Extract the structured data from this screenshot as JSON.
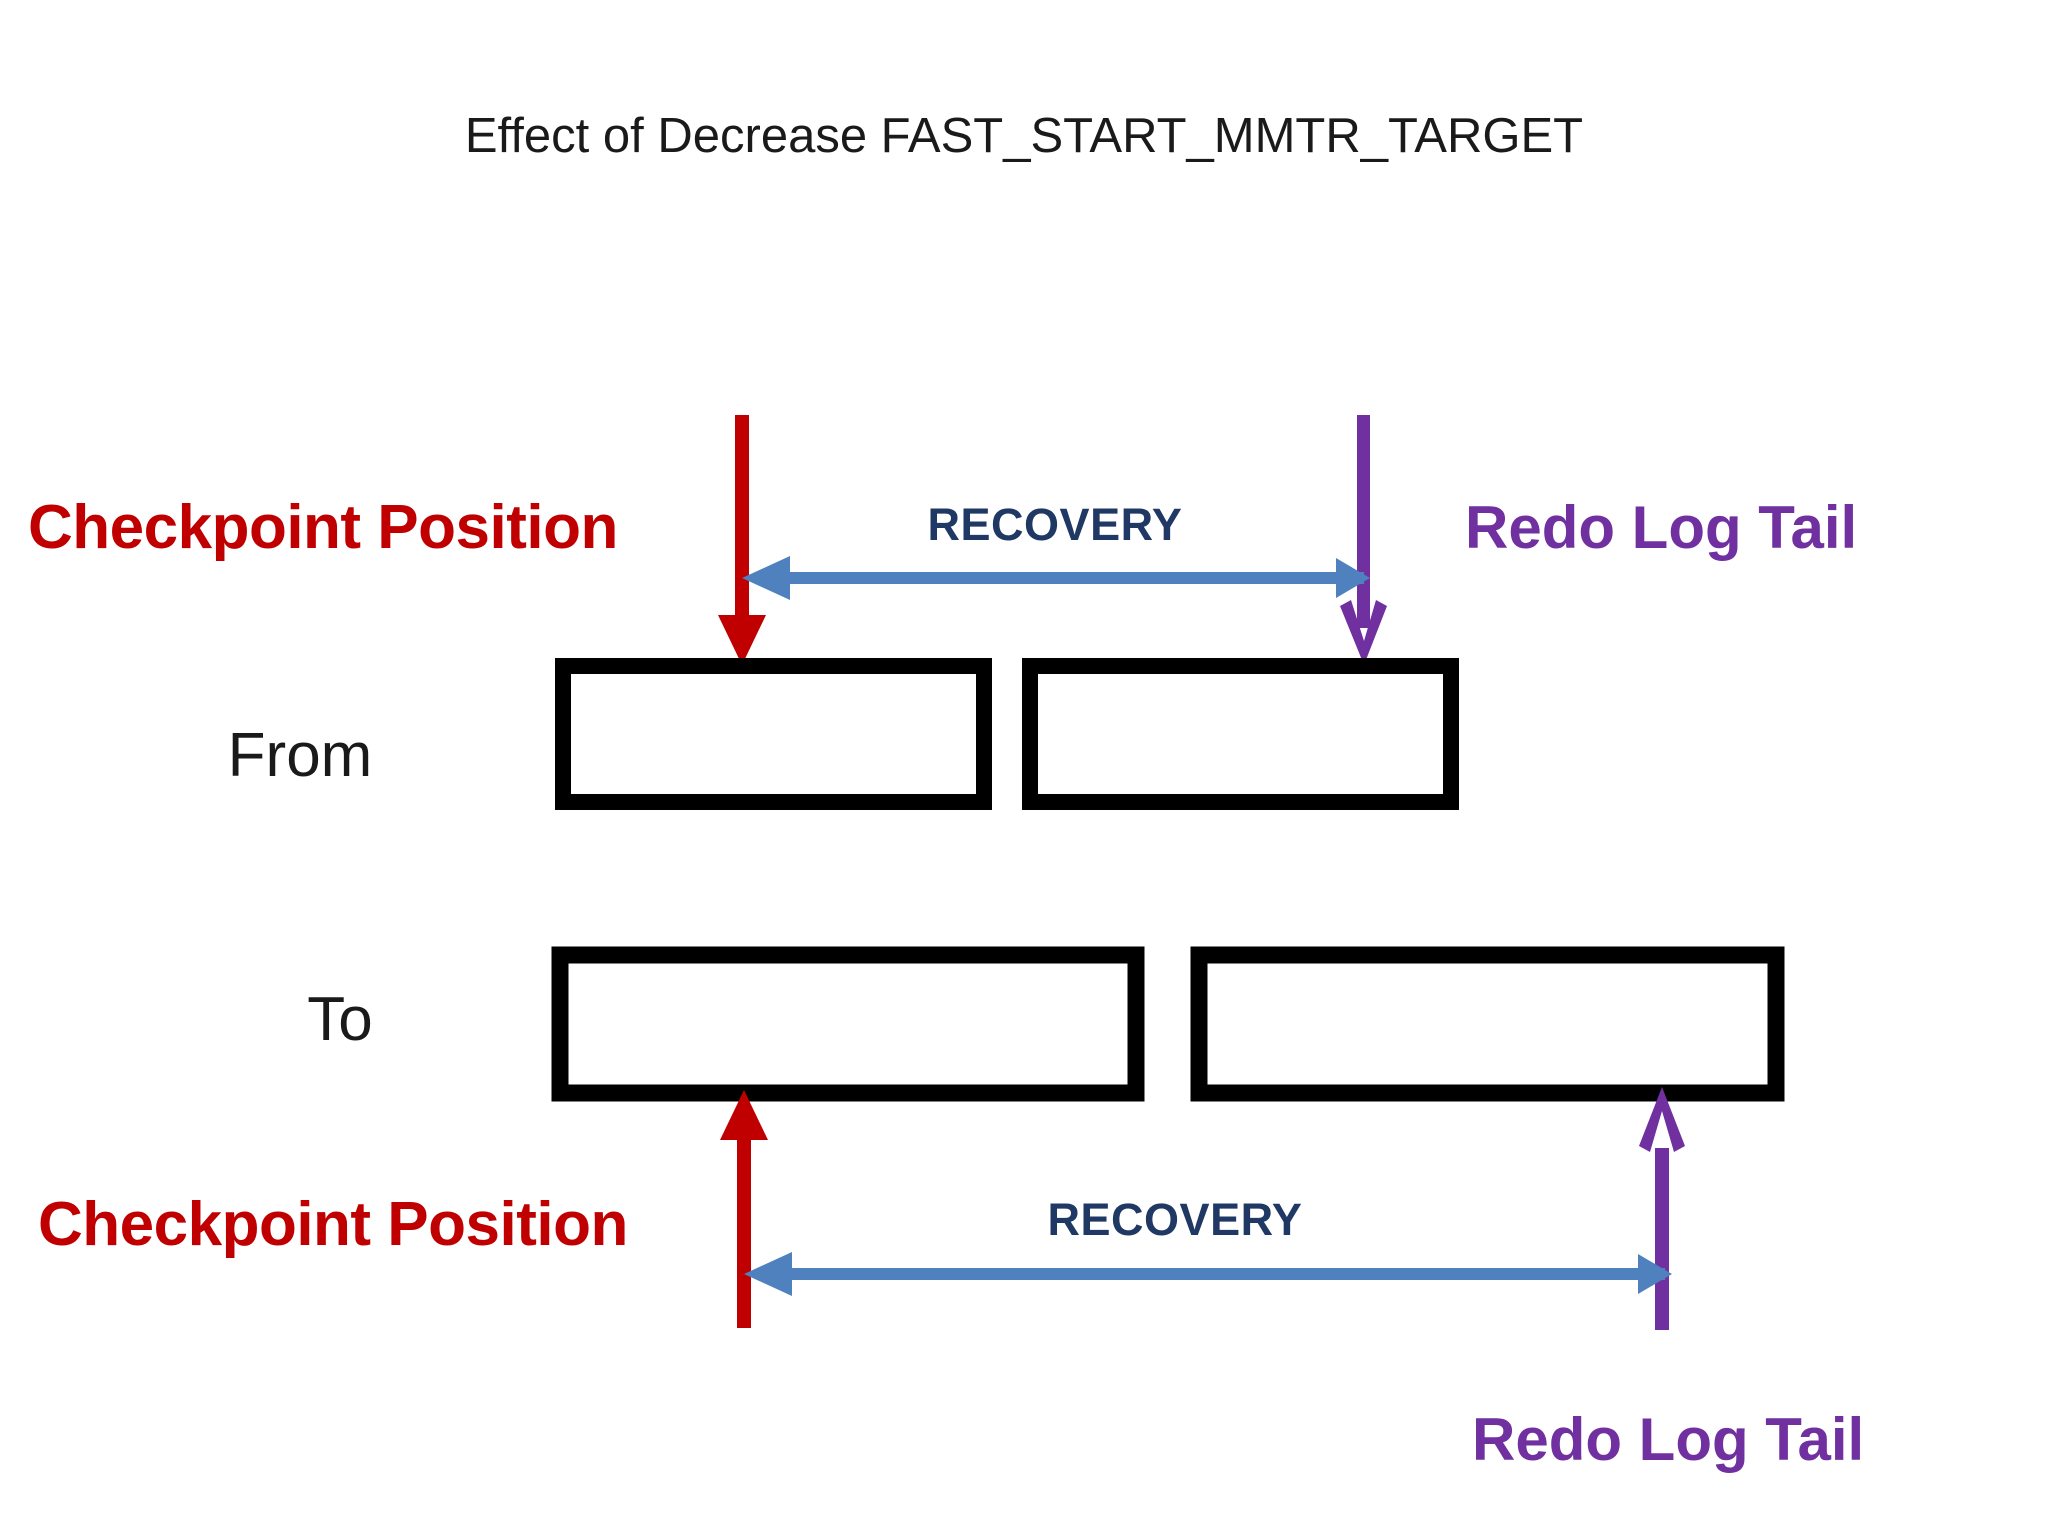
{
  "title": "Effect of Decrease FAST_START_MMTR_TARGET",
  "colors": {
    "checkpoint_red": "#C00000",
    "redo_purple": "#7030A0",
    "recovery_navy": "#1F3864",
    "recovery_arrow_blue": "#4E81BD",
    "box_border": "#000000",
    "box_fill": "#FFFFFF",
    "text_black": "#1A1A1A",
    "background": "#FFFFFF"
  },
  "rows": [
    {
      "id": "from",
      "label": "From",
      "checkpoint_label": "Checkpoint Position",
      "redo_label": "Redo Log Tail",
      "recovery_label": "RECOVERY",
      "checkpoint_icon": "down-arrow-icon",
      "redo_icon": "down-chevron-arrow-icon",
      "recovery_icon": "left-arrow-icon",
      "boxes": 2
    },
    {
      "id": "to",
      "label": "To",
      "checkpoint_label": "Checkpoint Position",
      "redo_label": "Redo Log Tail",
      "recovery_label": "RECOVERY",
      "checkpoint_icon": "up-arrow-icon",
      "redo_icon": "up-chevron-arrow-icon",
      "recovery_icon": "left-arrow-icon",
      "boxes": 2
    }
  ]
}
